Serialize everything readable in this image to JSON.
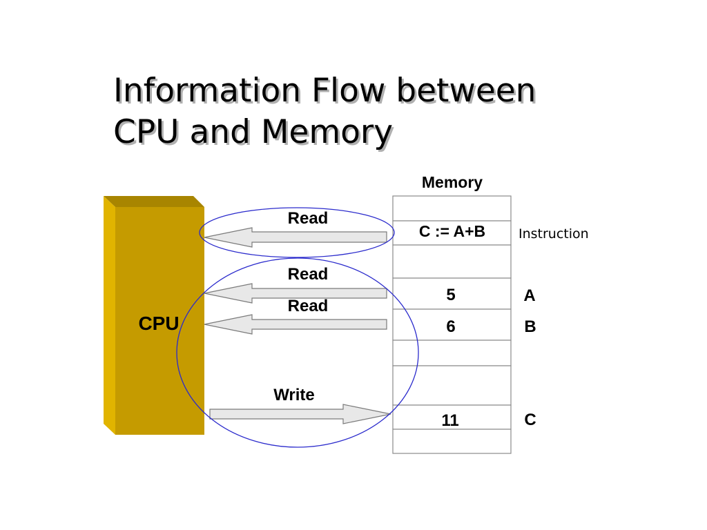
{
  "title": {
    "line1": "Information Flow between",
    "line2": "CPU and Memory"
  },
  "cpu": {
    "label": "CPU",
    "front_color": "#c59b00",
    "side_color": "#e1b400",
    "top_color": "#a88500"
  },
  "memory": {
    "header": "Memory",
    "cells": [
      {
        "value": "",
        "tag": ""
      },
      {
        "value": "C := A+B",
        "tag": "Instruction"
      },
      {
        "value": "",
        "tag": ""
      },
      {
        "value": "5",
        "tag": "A"
      },
      {
        "value": "6",
        "tag": "B"
      },
      {
        "value": "",
        "tag": ""
      },
      {
        "value": "",
        "tag": ""
      },
      {
        "value": "11",
        "tag": "C"
      },
      {
        "value": "",
        "tag": ""
      }
    ]
  },
  "arrows": [
    {
      "label": "Read",
      "direction": "to-cpu"
    },
    {
      "label": "Read",
      "direction": "to-cpu"
    },
    {
      "label": "Read",
      "direction": "to-cpu"
    },
    {
      "label": "Write",
      "direction": "to-memory"
    }
  ],
  "oval_color": "#2a2acc"
}
